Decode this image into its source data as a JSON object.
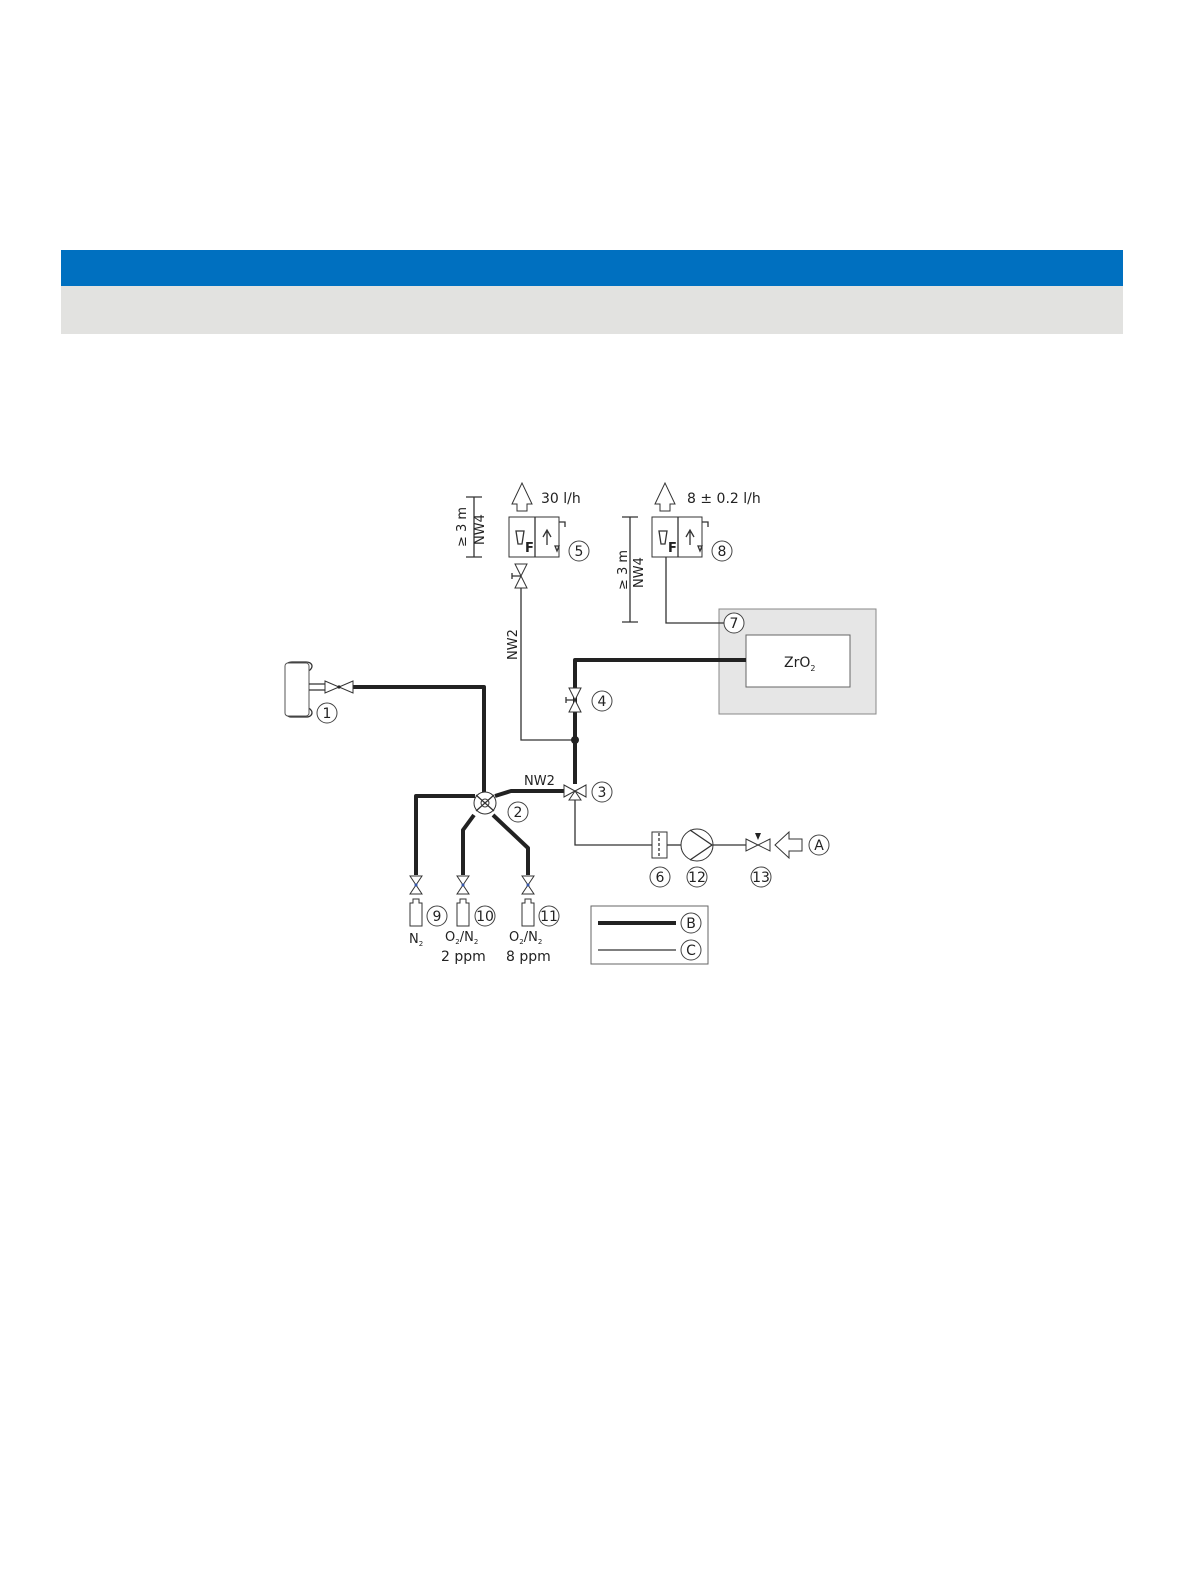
{
  "colors": {
    "header_blue": "#0070c0",
    "header_gray": "#e2e2e0",
    "analyzer_box": "#e6e6e6"
  },
  "diagram": {
    "flow_top_left": "30 l/h",
    "flow_top_right": "8 ± 0.2 l/h",
    "length_left": "≥ 3 m",
    "pipe_left": "NW4",
    "length_right": "≥ 3 m",
    "pipe_right": "NW4",
    "pipe_vertical": "NW2",
    "pipe_horizontal": "NW2",
    "sensor_label": "ZrO",
    "sensor_sub": "2",
    "flowmeter_letter": "F",
    "inlet_label": "A",
    "legend": {
      "thick_key": "B",
      "thin_key": "C"
    },
    "callouts": [
      "1",
      "2",
      "3",
      "4",
      "5",
      "6",
      "7",
      "8",
      "9",
      "10",
      "11",
      "12",
      "13"
    ],
    "cylinders": {
      "c9": {
        "gas": "N",
        "gas_sub": "2"
      },
      "c10": {
        "gas_a": "O",
        "sub_a": "2",
        "sep": "/N",
        "sub_b": "2",
        "conc": "2 ppm"
      },
      "c11": {
        "gas_a": "O",
        "sub_a": "2",
        "sep": "/N",
        "sub_b": "2",
        "conc": "8 ppm"
      }
    }
  }
}
